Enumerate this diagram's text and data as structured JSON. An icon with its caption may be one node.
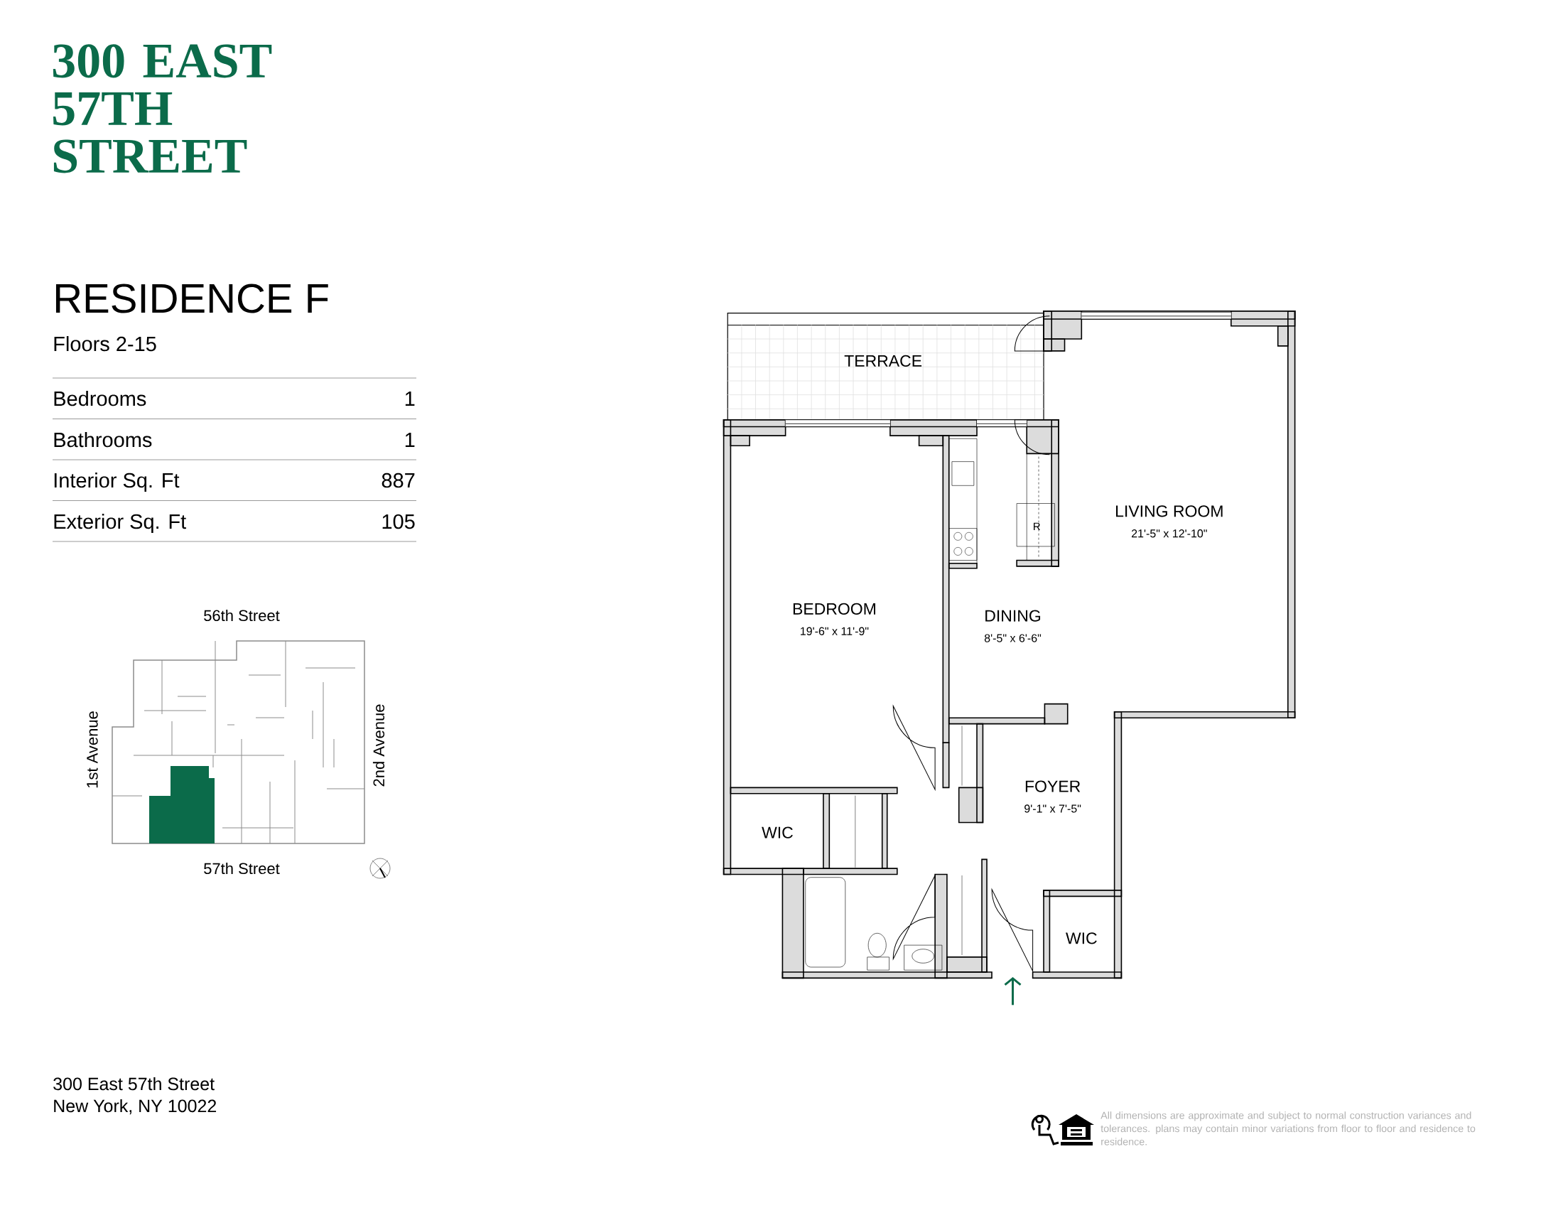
{
  "diagram": {
    "title": "300 EAST 57TH STREET",
    "nodes": [
      {
        "text": [
          "TERRACE"
        ]
      },
      {
        "text": [
          "LIVING ROOM",
          "21'-5\" x 12'-10\""
        ]
      },
      {
        "text": [
          "BEDROOM",
          "19'-6\" x 11'-9\""
        ]
      },
      {
        "text": [
          "DINING",
          "8'-5\" x 6'-6\""
        ]
      },
      {
        "text": [
          "FOYER",
          "9'-1\" x 7'-5\""
        ]
      },
      {
        "text": [
          "WIC"
        ]
      },
      {
        "text": [
          "WIC"
        ]
      }
    ],
    "labels": [
      "RESIDENCE F",
      "Floors 2-15",
      "Bedrooms",
      "1",
      "Bathrooms",
      "1",
      "Interior Sq. Ft",
      "887",
      "Exterior Sq. Ft",
      "105",
      "56th Street",
      "1st Avenue",
      "2nd Avenue",
      "57th Street",
      "R",
      "300 East 57th Street",
      "New York, NY 10022",
      "All dimensions are approximate and subject to normal construction variances and tolerances. plans may contain minor variations from floor to floor and residence to residence."
    ]
  }
}
